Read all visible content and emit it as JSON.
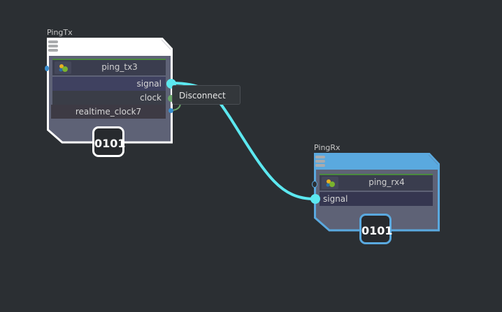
{
  "nodes": {
    "ping_tx": {
      "title": "PingTx",
      "instance": "ping_tx3",
      "outputs": [
        "signal",
        "clock"
      ],
      "clock_source": "realtime_clock7",
      "badge": "0101",
      "frame_color": "#ffffff"
    },
    "ping_rx": {
      "title": "PingRx",
      "instance": "ping_rx4",
      "inputs": [
        "signal"
      ],
      "badge": "0101",
      "frame_color": "#5aa9df",
      "selected": true
    }
  },
  "connections": [
    {
      "from": "ping_tx3.signal",
      "to": "ping_rx4.signal",
      "color": "#5ce8f0"
    },
    {
      "from": "ping_tx3.clock",
      "to": "realtime_clock7",
      "color": "#6aa56a"
    }
  ],
  "context_tooltip": {
    "label": "Disconnect"
  },
  "icons": {
    "component": "gears-icon",
    "handle": "drag-handle-icon"
  }
}
